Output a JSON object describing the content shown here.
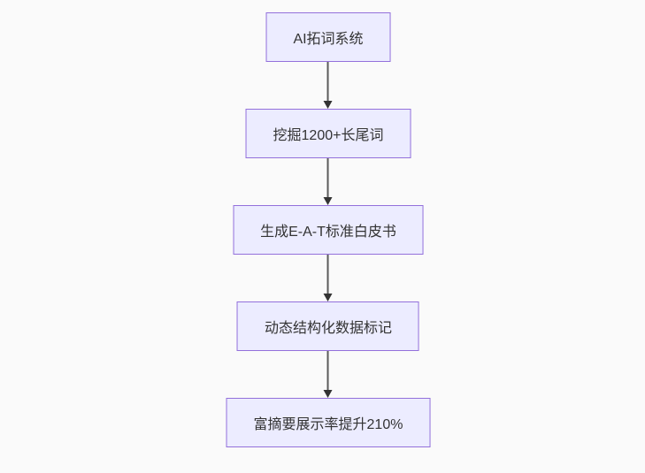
{
  "diagram": {
    "type": "flowchart",
    "direction": "top-down",
    "background_color": "#fafafa",
    "node_fill_color": "#ECECFF",
    "node_border_color": "#9370DB",
    "text_color": "#333333",
    "edge_color": "#5b5b5b",
    "arrowhead_color": "#333333",
    "nodes": [
      {
        "id": "n1",
        "label": "AI拓词系统"
      },
      {
        "id": "n2",
        "label": "挖掘1200+长尾词"
      },
      {
        "id": "n3",
        "label": "生成E-A-T标准白皮书"
      },
      {
        "id": "n4",
        "label": "动态结构化数据标记"
      },
      {
        "id": "n5",
        "label": "富摘要展示率提升210%"
      }
    ],
    "edges": [
      {
        "from": "n1",
        "to": "n2"
      },
      {
        "from": "n2",
        "to": "n3"
      },
      {
        "from": "n3",
        "to": "n4"
      },
      {
        "from": "n4",
        "to": "n5"
      }
    ]
  }
}
